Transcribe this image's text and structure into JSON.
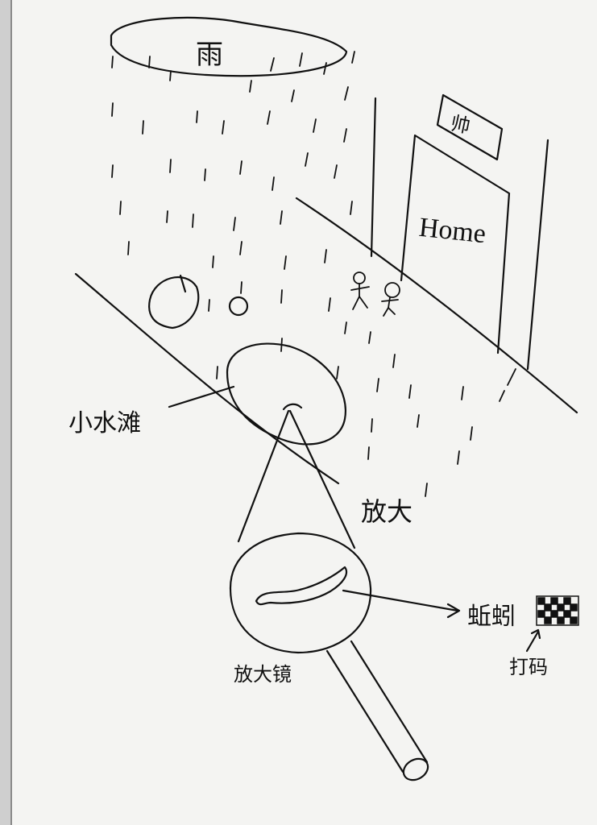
{
  "cloud": {
    "label": "雨"
  },
  "house": {
    "sign": "帅",
    "door": "Home"
  },
  "puddle": {
    "label": "小水滩"
  },
  "magnify": {
    "label": "放大"
  },
  "magnifier": {
    "label": "放大镜"
  },
  "worm": {
    "label": "蚯蚓"
  },
  "mosaic": {
    "label": "打码"
  }
}
